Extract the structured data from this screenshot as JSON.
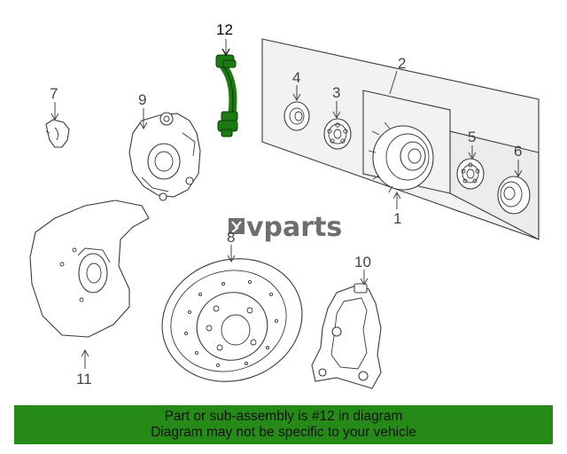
{
  "callouts": {
    "c1": "1",
    "c2": "2",
    "c3": "3",
    "c4": "4",
    "c5": "5",
    "c6": "6",
    "c7": "7",
    "c8": "8",
    "c9": "9",
    "c10": "10",
    "c11": "11",
    "c12": "12"
  },
  "watermark": {
    "text": "vparts"
  },
  "footer": {
    "line1": "Part or sub-assembly is #12 in diagram",
    "line2": "Diagram may not be specific to your vehicle"
  },
  "colors": {
    "highlight_part": "#1c7a12",
    "footer_background": "#268a18",
    "line_art": "#3a3a3a"
  }
}
